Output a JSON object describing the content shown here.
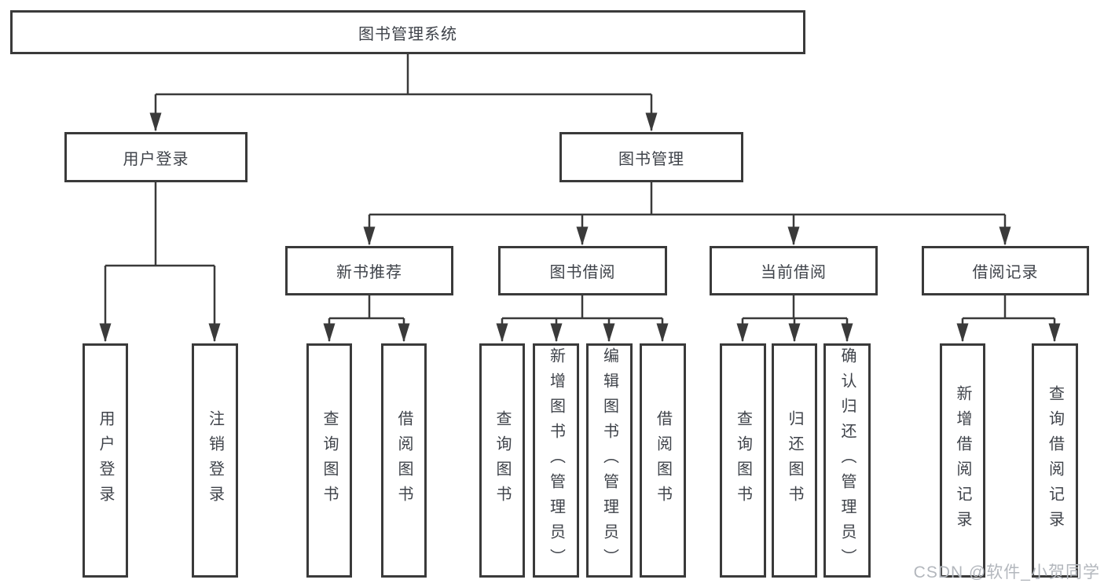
{
  "tree": {
    "root": {
      "label": "图书管理系统"
    },
    "children": [
      {
        "label": "用户登录",
        "children": [
          {
            "label": "用户登录"
          },
          {
            "label": "注销登录"
          }
        ]
      },
      {
        "label": "图书管理",
        "children": [
          {
            "label": "新书推荐",
            "children": [
              {
                "label": "查询图书"
              },
              {
                "label": "借阅图书"
              }
            ]
          },
          {
            "label": "图书借阅",
            "children": [
              {
                "label": "查询图书"
              },
              {
                "label": "新增图书（管理员）"
              },
              {
                "label": "编辑图书（管理员）"
              },
              {
                "label": "借阅图书"
              }
            ]
          },
          {
            "label": "当前借阅",
            "children": [
              {
                "label": "查询图书"
              },
              {
                "label": "归还图书"
              },
              {
                "label": "确认归还（管理员）"
              }
            ]
          },
          {
            "label": "借阅记录",
            "children": [
              {
                "label": "新增借阅记录"
              },
              {
                "label": "查询借阅记录"
              }
            ]
          }
        ]
      }
    ]
  },
  "watermark": {
    "text": "CSDN @软件_小贺同学"
  },
  "colors": {
    "line": "#3a3a3a",
    "text": "#3f434a",
    "watermark": "#b3b7bd",
    "bg": "#ffffff"
  }
}
